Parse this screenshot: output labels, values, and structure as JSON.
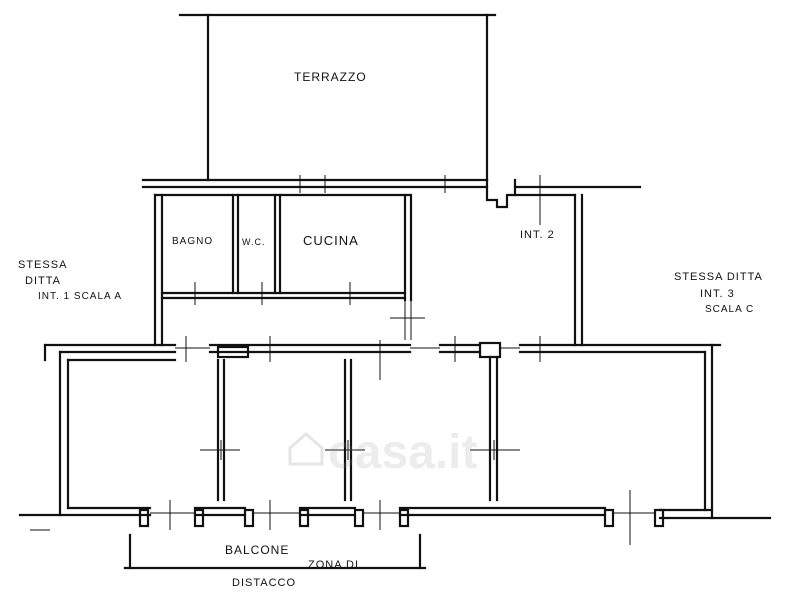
{
  "plan": {
    "labels": {
      "terrazzo": "TERRAZZO",
      "bagno": "BAGNO",
      "wc": "W.C.",
      "cucina": "CUCINA",
      "int2": "INT. 2",
      "left_line1": "STESSA",
      "left_line2": "DITTA",
      "left_line3": "INT. 1 SCALA A",
      "right_line1": "STESSA DITTA",
      "right_line2": "INT. 3",
      "right_line3": "SCALA C",
      "balcone": "BALCONE",
      "zona_line1": "ZONA DI",
      "zona_line2": "DISTACCO"
    },
    "watermark": "casa.it",
    "colors": {
      "ink": "#111111",
      "wall_fill": "#ffffff"
    }
  }
}
